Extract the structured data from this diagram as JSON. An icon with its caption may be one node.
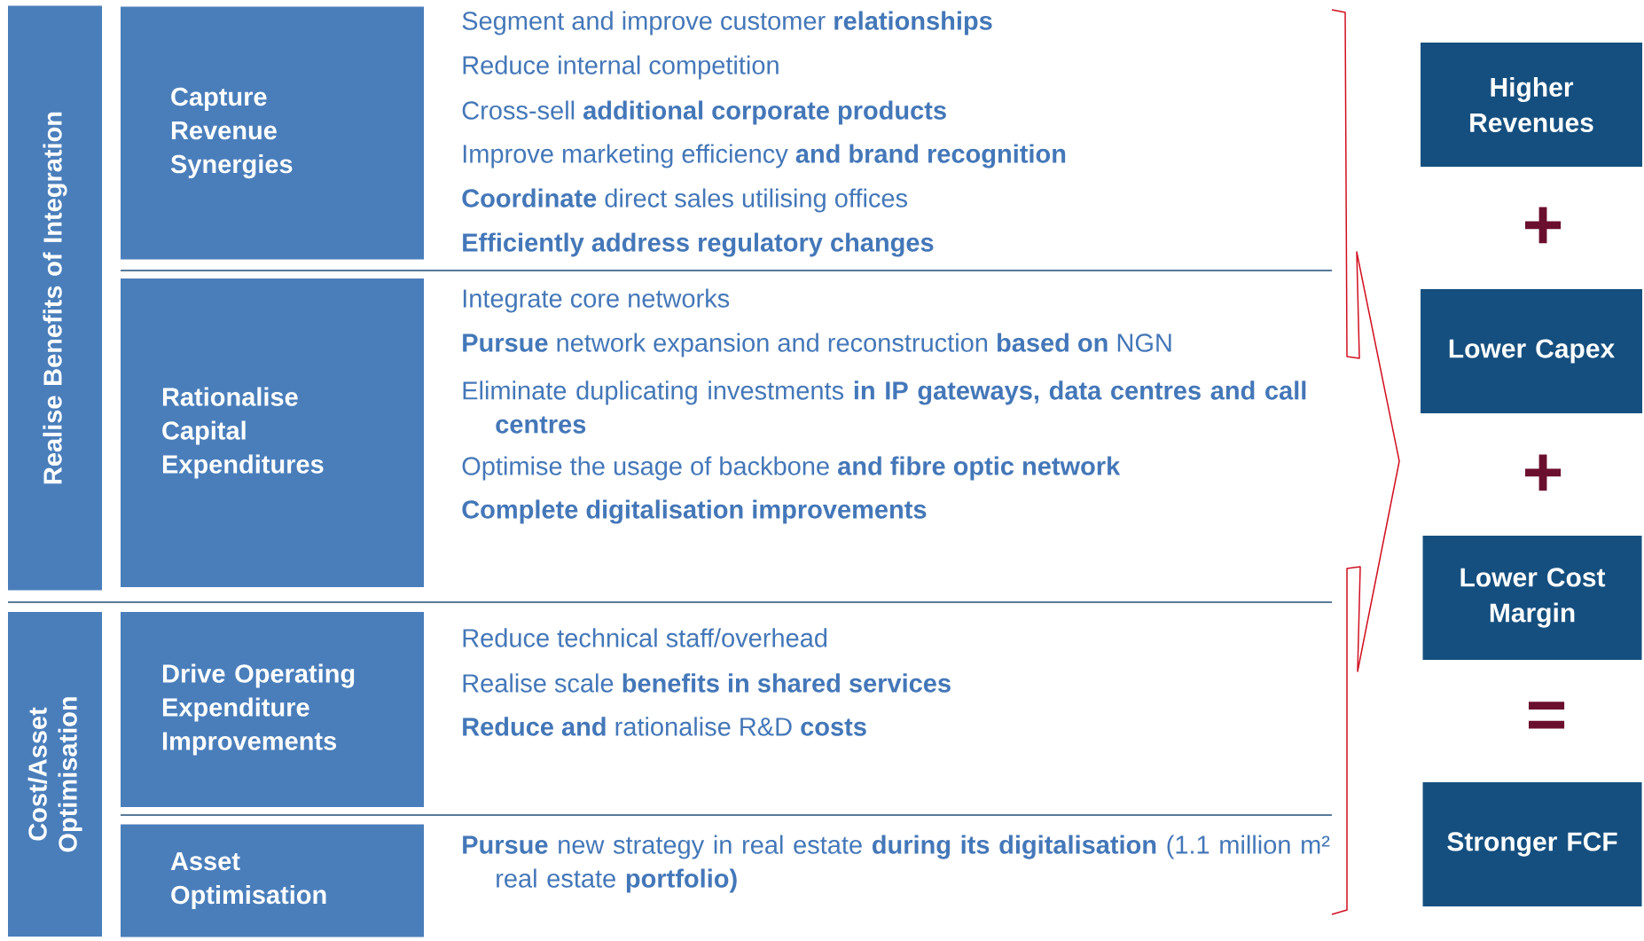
{
  "diagram": {
    "nodes": [
      {
        "text": [
          "Realise Benefits of Integration"
        ]
      },
      {
        "text": [
          "Cost/Asset Optimisation"
        ]
      },
      {
        "text": [
          "Capture Revenue Synergies"
        ]
      },
      {
        "text": [
          "Rationalise Capital Expenditures"
        ]
      },
      {
        "text": [
          "Drive Operating Expenditure Improvements"
        ]
      },
      {
        "text": [
          "Asset Optimisation"
        ]
      },
      {
        "text": [
          "Higher Revenues"
        ]
      },
      {
        "text": [
          "Lower Capex"
        ]
      },
      {
        "text": [
          "Lower Cost Margin"
        ]
      },
      {
        "text": [
          "Stronger FCF"
        ]
      }
    ],
    "labels": [
      "Segment and improve customer **relationships**",
      "Reduce internal competition",
      "Cross-sell **additional corporate products**",
      "Improve marketing efficiency **and brand recognition**",
      "**Coordinate** direct sales utilising offices",
      "Efficiently address regulatory changes",
      "Integrate core networks",
      "**Pursue** network expansion and reconstruction **based on** NGN",
      "Eliminate duplicating investments **in IP gateways, data centres and call centres**",
      "Optimise the usage of backbone **and fibre optic network**",
      "Complete digitalisation improvements",
      "Reduce technical staff/overhead",
      "Realise scale **benefits in shared services**",
      "**Reduce and** rationalise R&D **costs**",
      "**Pursue** new strategy in real estate **during its digitalisation** (1.1 million m² real estate **portfolio)**",
      "+",
      "+",
      "="
    ]
  }
}
